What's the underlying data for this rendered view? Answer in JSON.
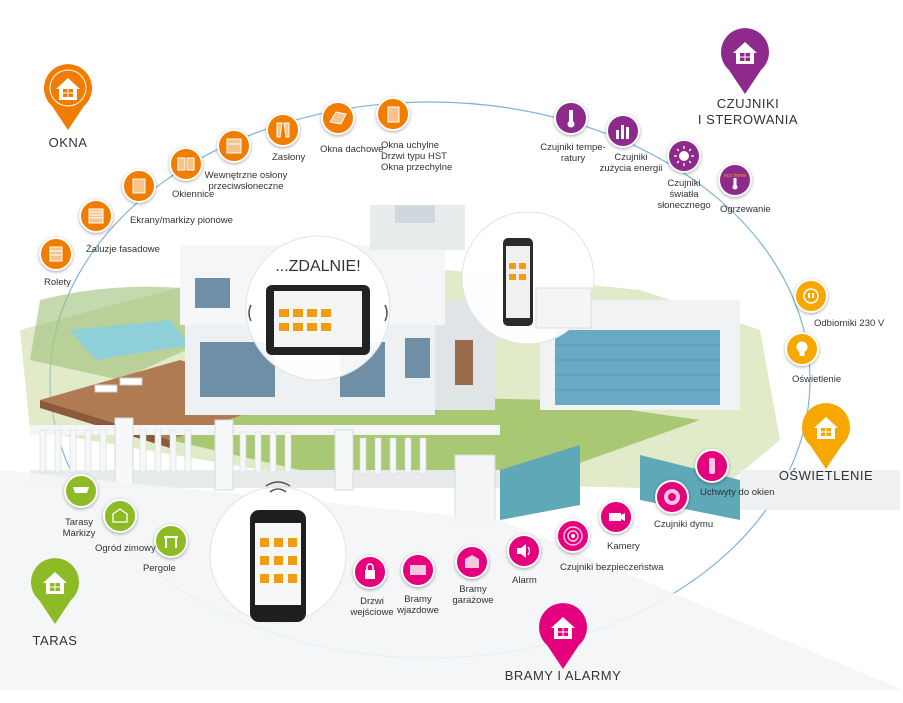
{
  "categories": {
    "okna": {
      "label": "OKNA",
      "color": "#f07d00"
    },
    "czujniki": {
      "label": "CZUJNIKI\nI STEROWANIA",
      "color": "#8e2a8c"
    },
    "oswietlenie": {
      "label": "OŚWIETLENIE",
      "color": "#f6a800"
    },
    "bramy": {
      "label": "BRAMY I ALARMY",
      "color": "#e5007e"
    },
    "taras": {
      "label": "TARAS",
      "color": "#8dbb25"
    }
  },
  "bubble_text": "...ZDALNIE!",
  "nodes": {
    "rolety": "Rolety",
    "zaluzje": "Żaluzje fasadowe",
    "ekrany": "Ekrany/markizy pionowe",
    "okiennice": "Okiennice",
    "oslony": "Wewnętrzne osłony\nprzeciwsłoneczne",
    "zaslony": "Zasłony",
    "dachowe": "Okna dachowe",
    "uchylne": "Okna uchylne\nDrzwi typu HST\nOkna przechylne",
    "temp": "Czujniki tempe-\nratury",
    "energia": "Czujniki\nzużycia energii",
    "swiatlo": "Czujniki\nświatła\nsłonecznego",
    "ogrzewanie": "Ogrzewanie",
    "odbiorniki": "Odbiorniki 230 V",
    "oswietlenie": "Oświetlenie",
    "uchwyty": "Uchwyty do okien",
    "dym": "Czujniki dymu",
    "kamery": "Kamery",
    "bezpieczenstwa": "Czujniki bezpieczeństwa",
    "alarm": "Alarm",
    "garazowe": "Bramy\ngarażowe",
    "wjazdowe": "Bramy\nwjazdowe",
    "wejsciowe": "Drzwi\nwejściowe",
    "pergole": "Pergole",
    "ogrod": "Ogród zimowy",
    "tarasy": "Tarasy\nMarkizy"
  },
  "ogrzewanie_tag": "eco home"
}
